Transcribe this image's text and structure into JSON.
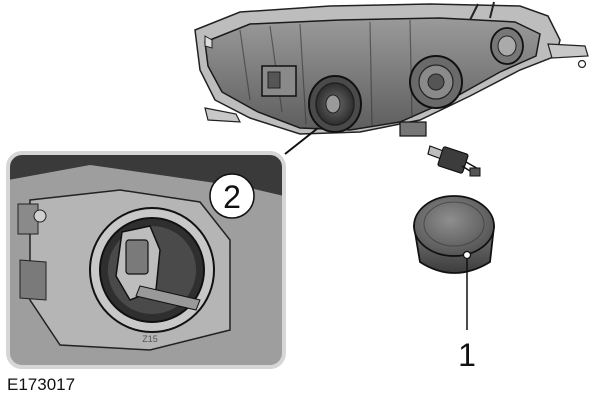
{
  "figure": {
    "callouts": [
      {
        "id": "1",
        "label": "1",
        "part": "dust-cap"
      },
      {
        "id": "2",
        "label": "2",
        "part": "bulb-holder"
      }
    ],
    "reference_code": "E173017",
    "inset_mark": "Z15"
  }
}
